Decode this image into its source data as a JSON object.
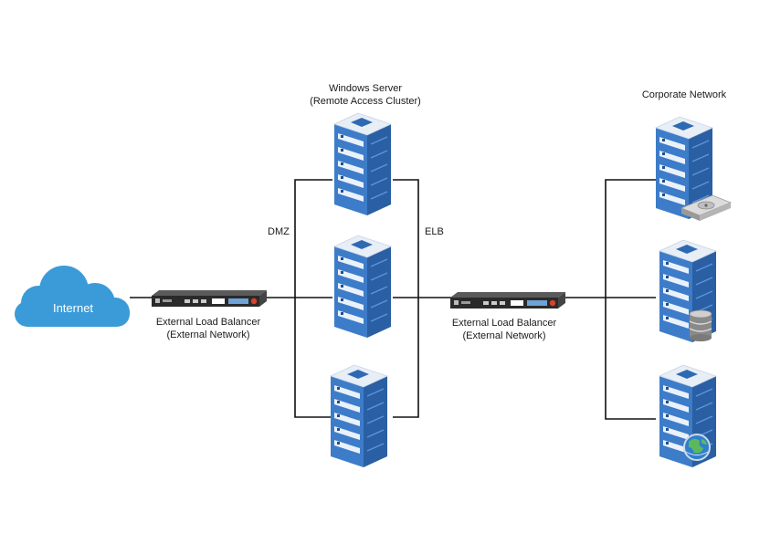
{
  "cloud": {
    "label": "Internet",
    "color": "#3a9bd8"
  },
  "dmz_label": "DMZ",
  "elb_label": "ELB",
  "cluster": {
    "title": "Windows Server",
    "subtitle": "(Remote Access Cluster)"
  },
  "corporate": {
    "title": "Corporate Network"
  },
  "load_balancers": [
    {
      "line1": "External Load Balancer",
      "line2": "(External Network)"
    },
    {
      "line1": "External Load Balancer",
      "line2": "(External Network)"
    }
  ],
  "colors": {
    "server_front": "#3d7cc9",
    "server_side": "#2a5fa3",
    "server_top": "#e8eef6",
    "wire": "#111111"
  },
  "icons": [
    "cloud-icon",
    "load-balancer-icon",
    "server-rack-icon",
    "hard-drive-icon",
    "database-icon",
    "globe-icon"
  ]
}
